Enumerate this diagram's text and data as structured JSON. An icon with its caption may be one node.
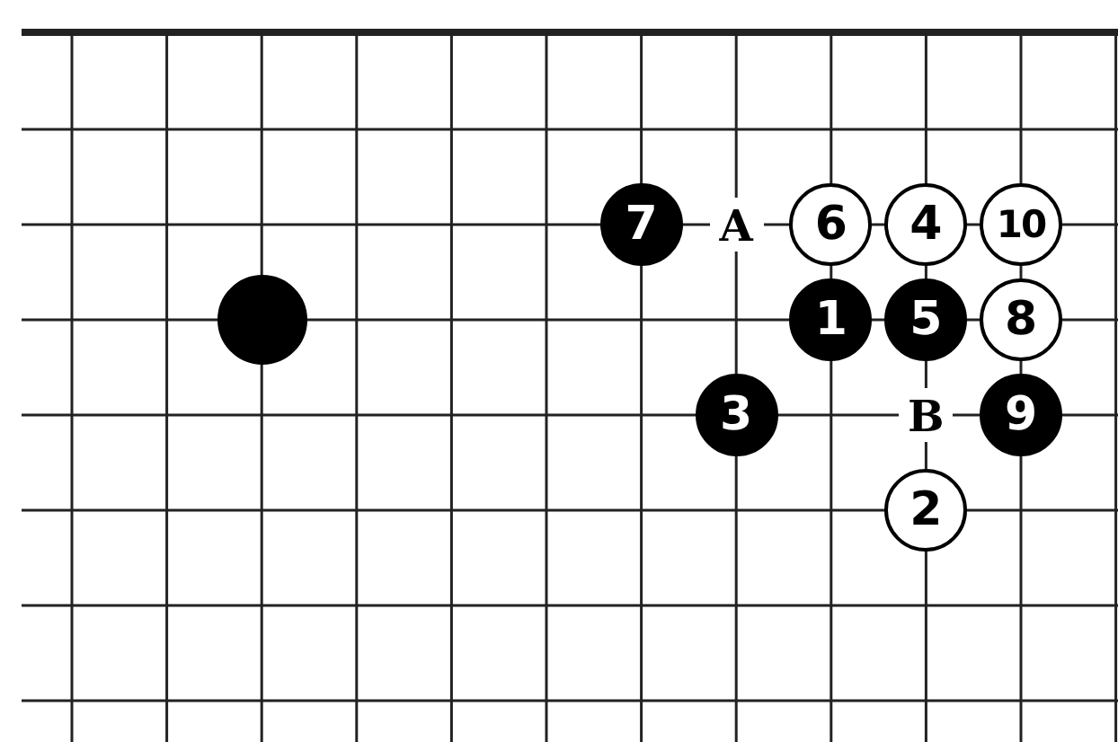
{
  "diagram": {
    "nodes": [
      {
        "text": [
          "7"
        ]
      },
      {
        "text": [
          "6"
        ]
      },
      {
        "text": [
          "4"
        ]
      },
      {
        "text": [
          "10"
        ]
      },
      {
        "text": [],
        "shape": "circle"
      },
      {
        "text": [
          "1"
        ]
      },
      {
        "text": [
          "5"
        ]
      },
      {
        "text": [
          "8"
        ]
      },
      {
        "text": [
          "3"
        ]
      },
      {
        "text": [
          "9"
        ]
      },
      {
        "text": [
          "2"
        ]
      }
    ],
    "labels": [
      "A",
      "B"
    ]
  }
}
